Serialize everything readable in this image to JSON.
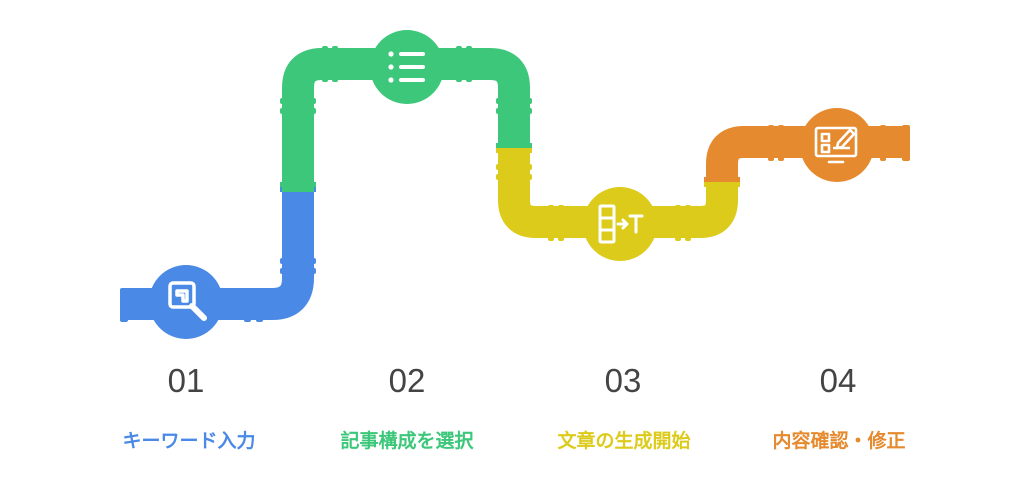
{
  "colors": {
    "blue": "#4A89E5",
    "green": "#3CC77A",
    "yellow": "#DCCB1A",
    "orange": "#E58A2E",
    "number_text": "#444444"
  },
  "steps": [
    {
      "number": "01",
      "label": "キーワード入力",
      "icon": "magnifier-keyword-icon",
      "color": "#4A89E5"
    },
    {
      "number": "02",
      "label": "記事構成を選択",
      "icon": "list-outline-icon",
      "color": "#3CC77A"
    },
    {
      "number": "03",
      "label": "文章の生成開始",
      "icon": "text-generate-icon",
      "color": "#DCCB1A"
    },
    {
      "number": "04",
      "label": "内容確認・修正",
      "icon": "monitor-edit-icon",
      "color": "#E58A2E"
    }
  ]
}
